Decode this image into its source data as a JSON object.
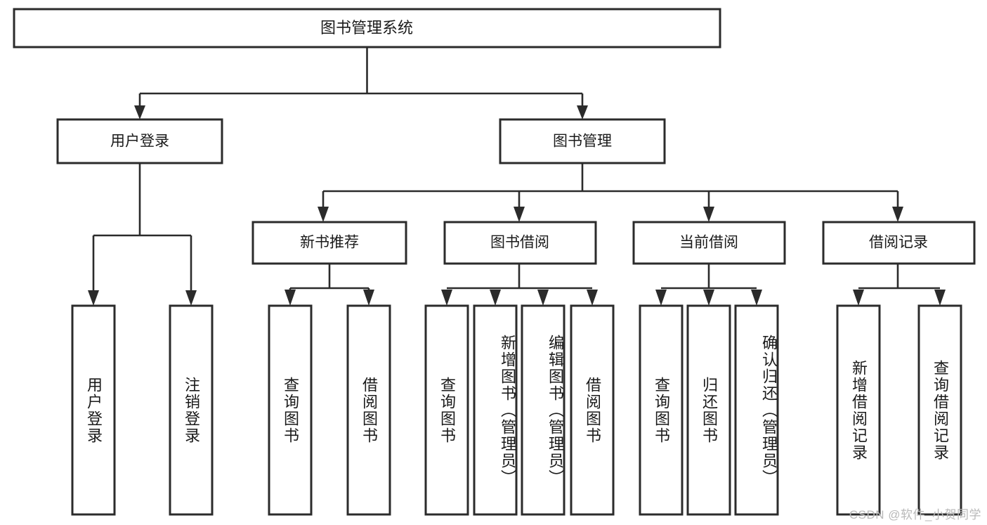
{
  "diagram": {
    "title": "图书管理系统",
    "type": "tree-hierarchy",
    "watermark": "CSDN @软件_小贺同学",
    "colors": {
      "box_stroke": "#2b2b2b",
      "box_fill": "#ffffff",
      "text": "#1a1a1a",
      "background": "#ffffff",
      "watermark": "#b9b9b9"
    },
    "levels": {
      "root": {
        "label": "图书管理系统"
      },
      "level2": [
        {
          "label": "用户登录"
        },
        {
          "label": "图书管理"
        }
      ],
      "level3": [
        {
          "label": "新书推荐"
        },
        {
          "label": "图书借阅"
        },
        {
          "label": "当前借阅"
        },
        {
          "label": "借阅记录"
        }
      ],
      "leaves": {
        "user_login": [
          {
            "label": "用户登录"
          },
          {
            "label": "注销登录"
          }
        ],
        "new_book_recommend": [
          {
            "label": "查询图书"
          },
          {
            "label": "借阅图书"
          }
        ],
        "book_borrow": [
          {
            "label": "查询图书"
          },
          {
            "label": "新增图书（管理员）"
          },
          {
            "label": "编辑图书（管理员）"
          },
          {
            "label": "借阅图书"
          }
        ],
        "current_borrow": [
          {
            "label": "查询图书"
          },
          {
            "label": "归还图书"
          },
          {
            "label": "确认归还（管理员）"
          }
        ],
        "borrow_record": [
          {
            "label": "新增借阅记录"
          },
          {
            "label": "查询借阅记录"
          }
        ]
      }
    }
  }
}
